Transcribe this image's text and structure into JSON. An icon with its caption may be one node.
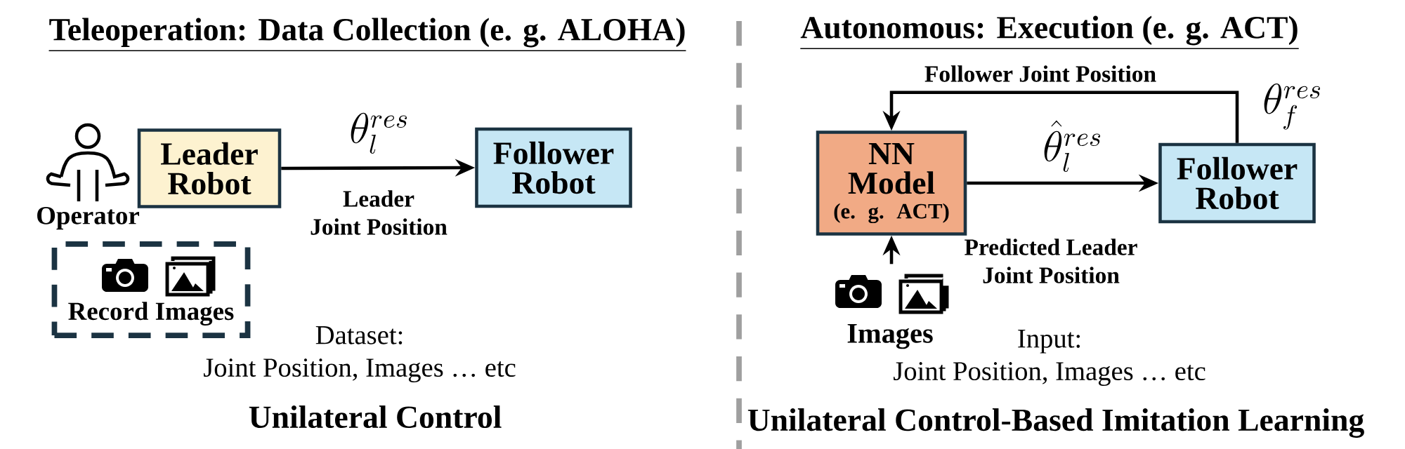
{
  "diagram": {
    "nodes": [
      {
        "text": [],
        "shape": "person",
        "beside": [
          "Operator"
        ]
      },
      {
        "text": [
          "Leader Robot"
        ]
      },
      {
        "text": [
          "Follower Robot"
        ]
      },
      {
        "text": [
          "Record Images"
        ]
      },
      {
        "text": [
          "NN Model",
          "(e. g. ACT)"
        ]
      },
      {
        "text": [
          "Follower Robot"
        ]
      },
      {
        "text": [],
        "shape": "picture",
        "beside": [
          "Images"
        ]
      }
    ],
    "edges": [
      {
        "from": 1,
        "to": 2,
        "arrow": "to",
        "label": "Leader Joint Position"
      },
      {
        "from": 4,
        "to": 5,
        "arrow": "to",
        "label": "Predicted Leader Joint Position"
      },
      {
        "from": 5,
        "to": 4,
        "arrow": "to",
        "label": "Follower Joint Position"
      },
      {
        "from": 6,
        "to": 4,
        "arrow": "to"
      }
    ],
    "labels": [
      "Teleoperation: Data Collection (e. g. ALOHA)",
      "\\theta_l^{res}",
      "Dataset: Joint Position, Images … etc",
      "Unilateral Control",
      "Autonomous: Execution (e. g. ACT)",
      "\\hat{\\theta}_l^{res}",
      "\\theta_f^{res}",
      "Input: Joint Position, Images … etc",
      "Unilateral Control-Based Imitation Learning"
    ]
  }
}
